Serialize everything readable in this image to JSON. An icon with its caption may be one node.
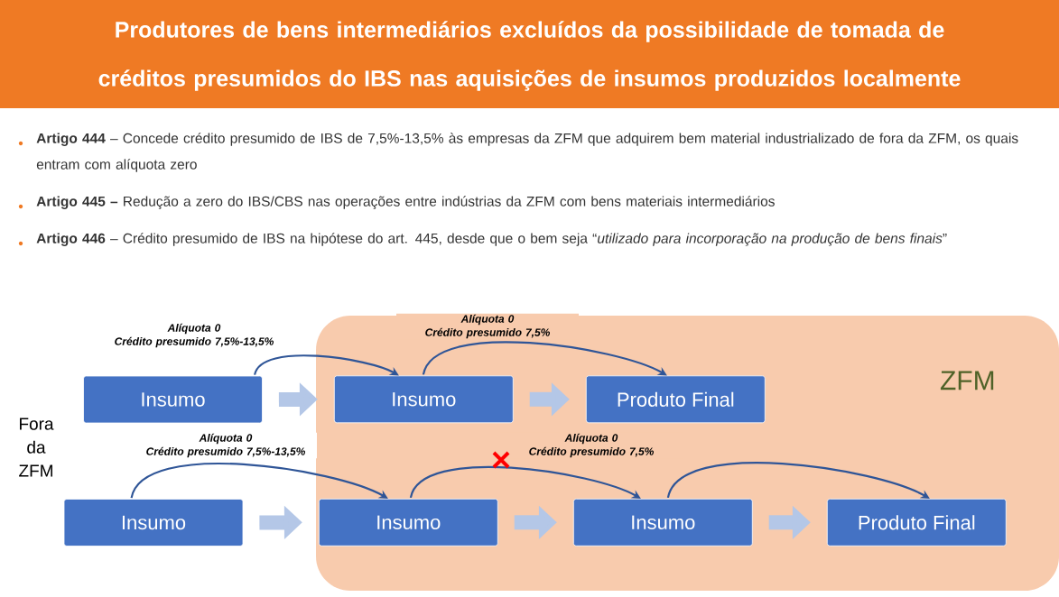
{
  "diagram": {
    "title": "Produtores de bens intermediários excluídos da possibilidade de tomada de créditos presumidos do IBS nas aquisições de insumos produzidos localmente",
    "nodes": [
      {
        "text": [
          "ZFM"
        ]
      },
      {
        "text": [
          "Insumo"
        ]
      },
      {
        "text": [
          "Insumo"
        ],
        "in": 0
      },
      {
        "text": [
          "Produto Final"
        ],
        "in": 0
      },
      {
        "text": [
          "Insumo"
        ]
      },
      {
        "text": [
          "Insumo"
        ],
        "in": 0
      },
      {
        "text": [
          "Insumo"
        ],
        "in": 0
      },
      {
        "text": [
          "Produto Final"
        ],
        "in": 0
      }
    ],
    "edges": [
      {
        "from": 1,
        "to": 2,
        "arrow": "to",
        "label": "Alíquota 0 Crédito presumido 7,5%-13,5%"
      },
      {
        "from": 2,
        "to": 3,
        "arrow": "to",
        "label": "Alíquota 0 Crédito presumido 7,5%"
      },
      {
        "from": 4,
        "to": 5,
        "arrow": "to",
        "label": "Alíquota 0 Crédito presumido 7,5%-13,5%"
      },
      {
        "from": 5,
        "to": 6,
        "arrow": "to",
        "label": "Alíquota 0 Crédito presumido 7,5%"
      },
      {
        "from": 6,
        "to": 7,
        "arrow": "to"
      },
      {
        "from": 1,
        "to": 2,
        "arrow": "to",
        "style": "thick",
        "color": "#b4c7e7"
      },
      {
        "from": 2,
        "to": 3,
        "arrow": "to",
        "style": "thick",
        "color": "#b4c7e7"
      },
      {
        "from": 4,
        "to": 5,
        "arrow": "to",
        "style": "thick",
        "color": "#b4c7e7"
      },
      {
        "from": 5,
        "to": 6,
        "arrow": "to",
        "style": "thick",
        "color": "#b4c7e7"
      },
      {
        "from": 6,
        "to": 7,
        "arrow": "to",
        "style": "thick",
        "color": "#b4c7e7"
      }
    ],
    "labels": [
      "**Artigo 444** – Concede crédito presumido de IBS de 7,5%-13,5%  às empresas da ZFM que adquirem bem material industrializado de fora da ZFM, os quais entram com alíquota zero",
      "**Artigo 445 –** Redução a zero do IBS/CBS nas operações entre indústrias da ZFM com bens materiais intermediários",
      "**Artigo 446** – Crédito presumido de IBS na hipótese do art. 445, desde que o bem seja “*utilizado para incorporação na produção de bens finais*”",
      "Fora da ZFM"
    ]
  }
}
